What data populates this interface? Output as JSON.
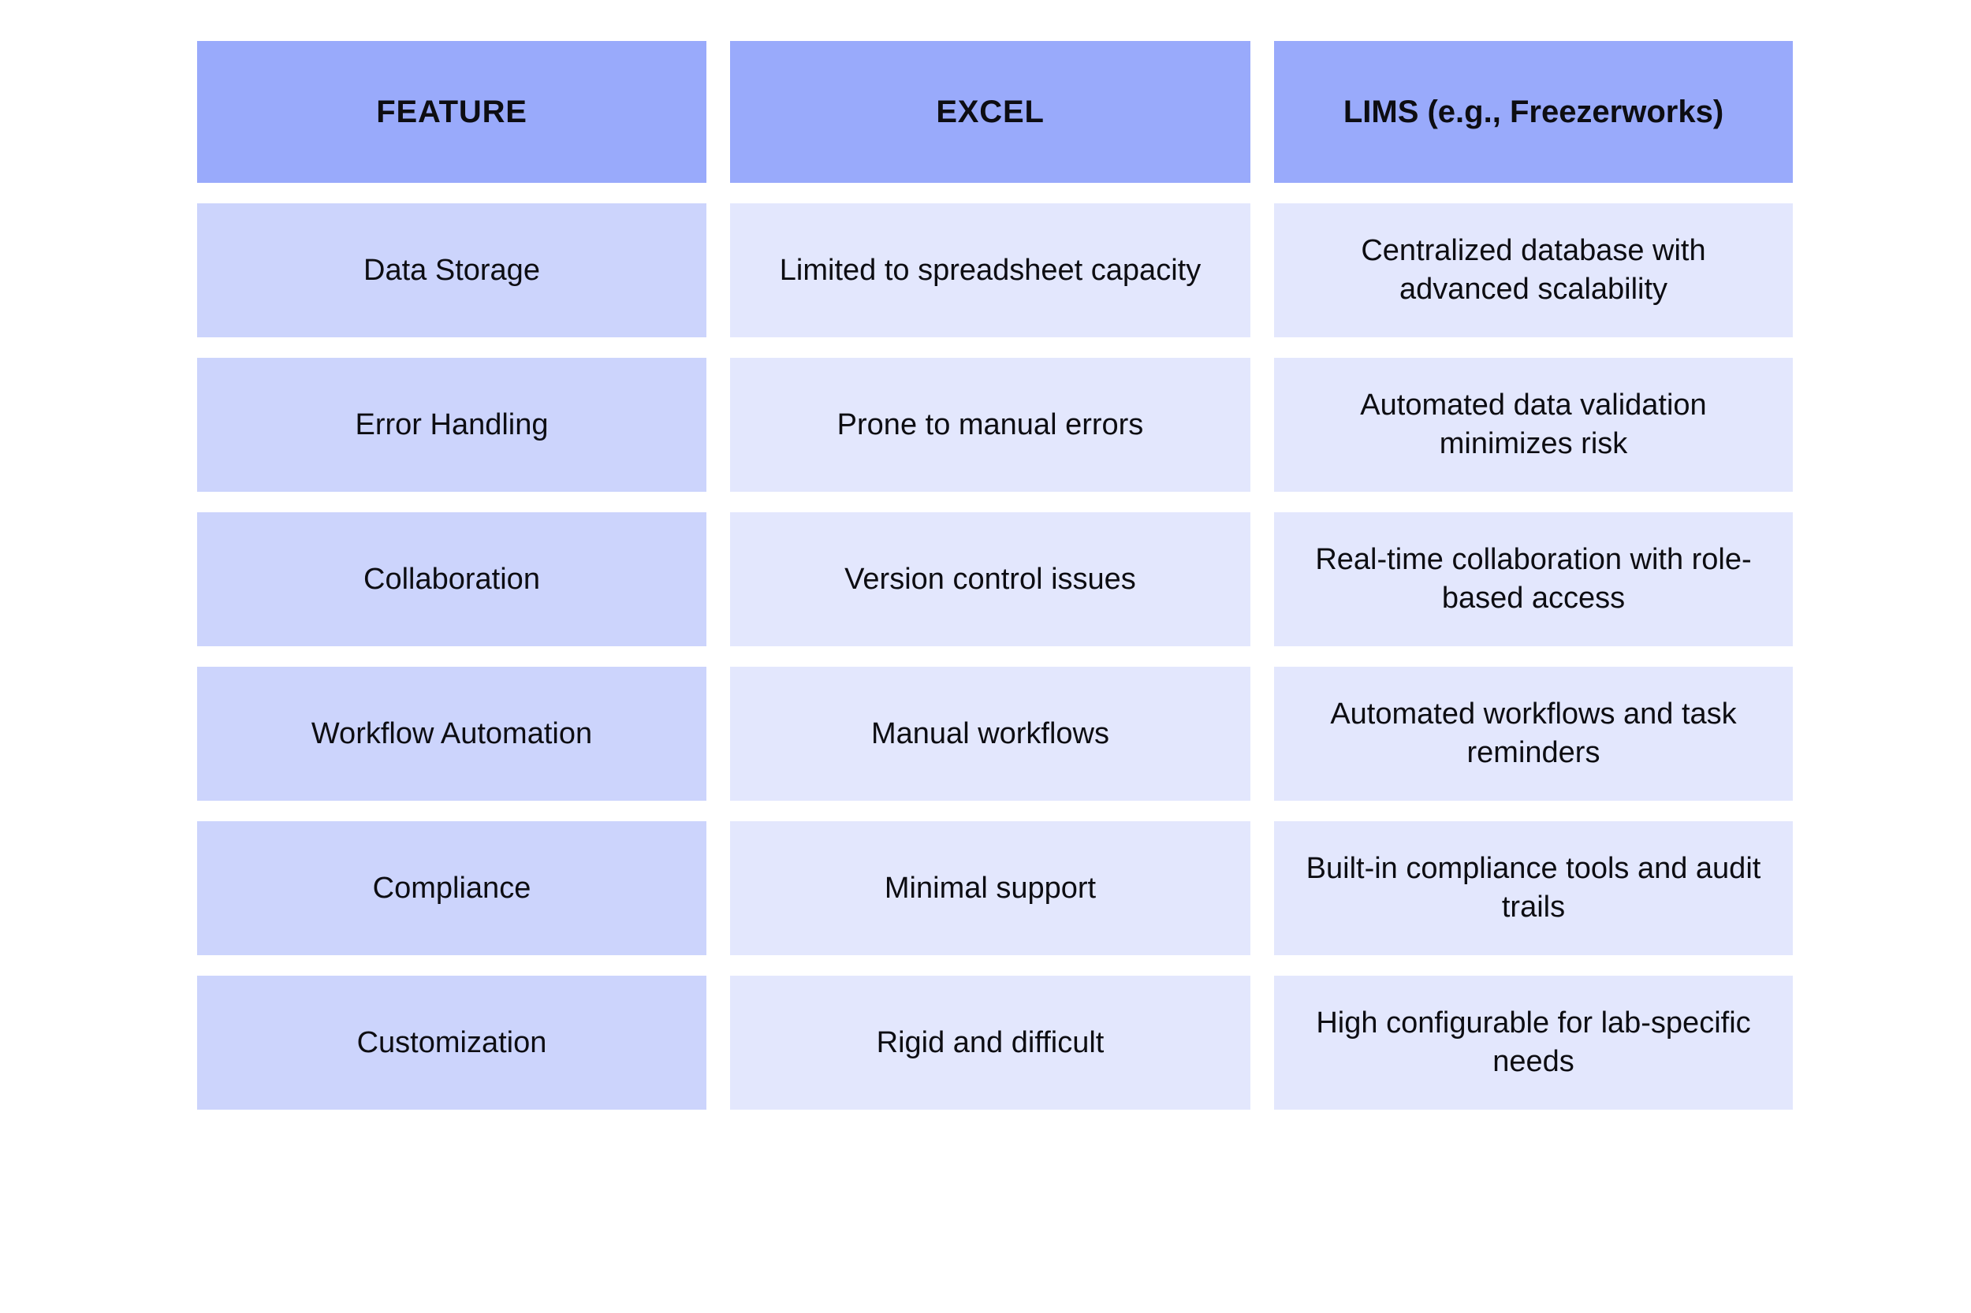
{
  "table": {
    "headers": [
      {
        "label": "FEATURE"
      },
      {
        "label": "EXCEL"
      },
      {
        "label": "LIMS (e.g., Freezerworks)"
      }
    ],
    "rows": [
      {
        "feature": "Data Storage",
        "excel": "Limited to spreadsheet capacity",
        "lims": "Centralized database with advanced scalability"
      },
      {
        "feature": "Error Handling",
        "excel": "Prone to manual errors",
        "lims": "Automated data validation minimizes risk"
      },
      {
        "feature": "Collaboration",
        "excel": "Version control issues",
        "lims": "Real-time collaboration with role-based access"
      },
      {
        "feature": "Workflow Automation",
        "excel": "Manual workflows",
        "lims": "Automated workflows and task reminders"
      },
      {
        "feature": "Compliance",
        "excel": "Minimal support",
        "lims": "Built-in compliance tools and audit trails"
      },
      {
        "feature": "Customization",
        "excel": "Rigid and difficult",
        "lims": "High configurable for lab-specific needs"
      }
    ]
  },
  "colors": {
    "header_background": "#99aafb",
    "feature_column_background": "#ccd4fc",
    "value_column_background": "#e3e7fd",
    "page_background": "#ffffff",
    "text": "#0d0d12"
  }
}
